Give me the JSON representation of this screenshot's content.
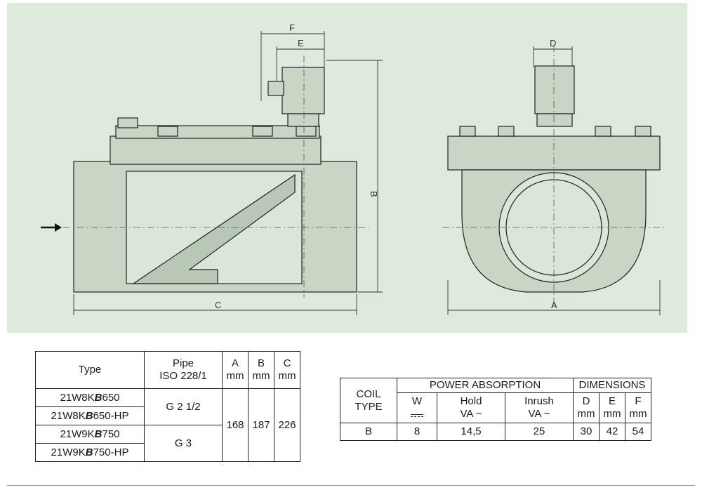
{
  "drawing": {
    "labels": {
      "A": "A",
      "B": "B",
      "C": "C",
      "D": "D",
      "E": "E",
      "F": "F"
    }
  },
  "type_table": {
    "headers": {
      "type": "Type",
      "pipe_line1": "Pipe",
      "pipe_line2": "ISO 228/1",
      "a_line1": "A",
      "a_line2": "mm",
      "b_line1": "B",
      "b_line2": "mm",
      "c_line1": "C",
      "c_line2": "mm"
    },
    "rows": [
      {
        "type_prefix": "21W8K",
        "type_bold": "B",
        "type_suffix": "650"
      },
      {
        "type_prefix": "21W8K",
        "type_bold": "B",
        "type_suffix": "650-HP"
      },
      {
        "type_prefix": "21W9K",
        "type_bold": "B",
        "type_suffix": "750"
      },
      {
        "type_prefix": "21W9K",
        "type_bold": "B",
        "type_suffix": "750-HP"
      }
    ],
    "pipe_groups": [
      "G 2 1/2",
      "G 3"
    ],
    "a_value": "168",
    "b_value": "187",
    "c_value": "226"
  },
  "coil_table": {
    "headers": {
      "coil_line1": "COIL",
      "coil_line2": "TYPE",
      "power_absorption": "POWER ABSORPTION",
      "dimensions": "DIMENSIONS",
      "w": "W",
      "hold_line1": "Hold",
      "hold_line2": "VA ~",
      "inrush_line1": "Inrush",
      "inrush_line2": "VA ~",
      "d_line1": "D",
      "d_line2": "mm",
      "e_line1": "E",
      "e_line2": "mm",
      "f_line1": "F",
      "f_line2": "mm"
    },
    "row": {
      "coil_type": "B",
      "w": "8",
      "hold": "14,5",
      "inrush": "25",
      "d": "30",
      "e": "42",
      "f": "54"
    }
  }
}
